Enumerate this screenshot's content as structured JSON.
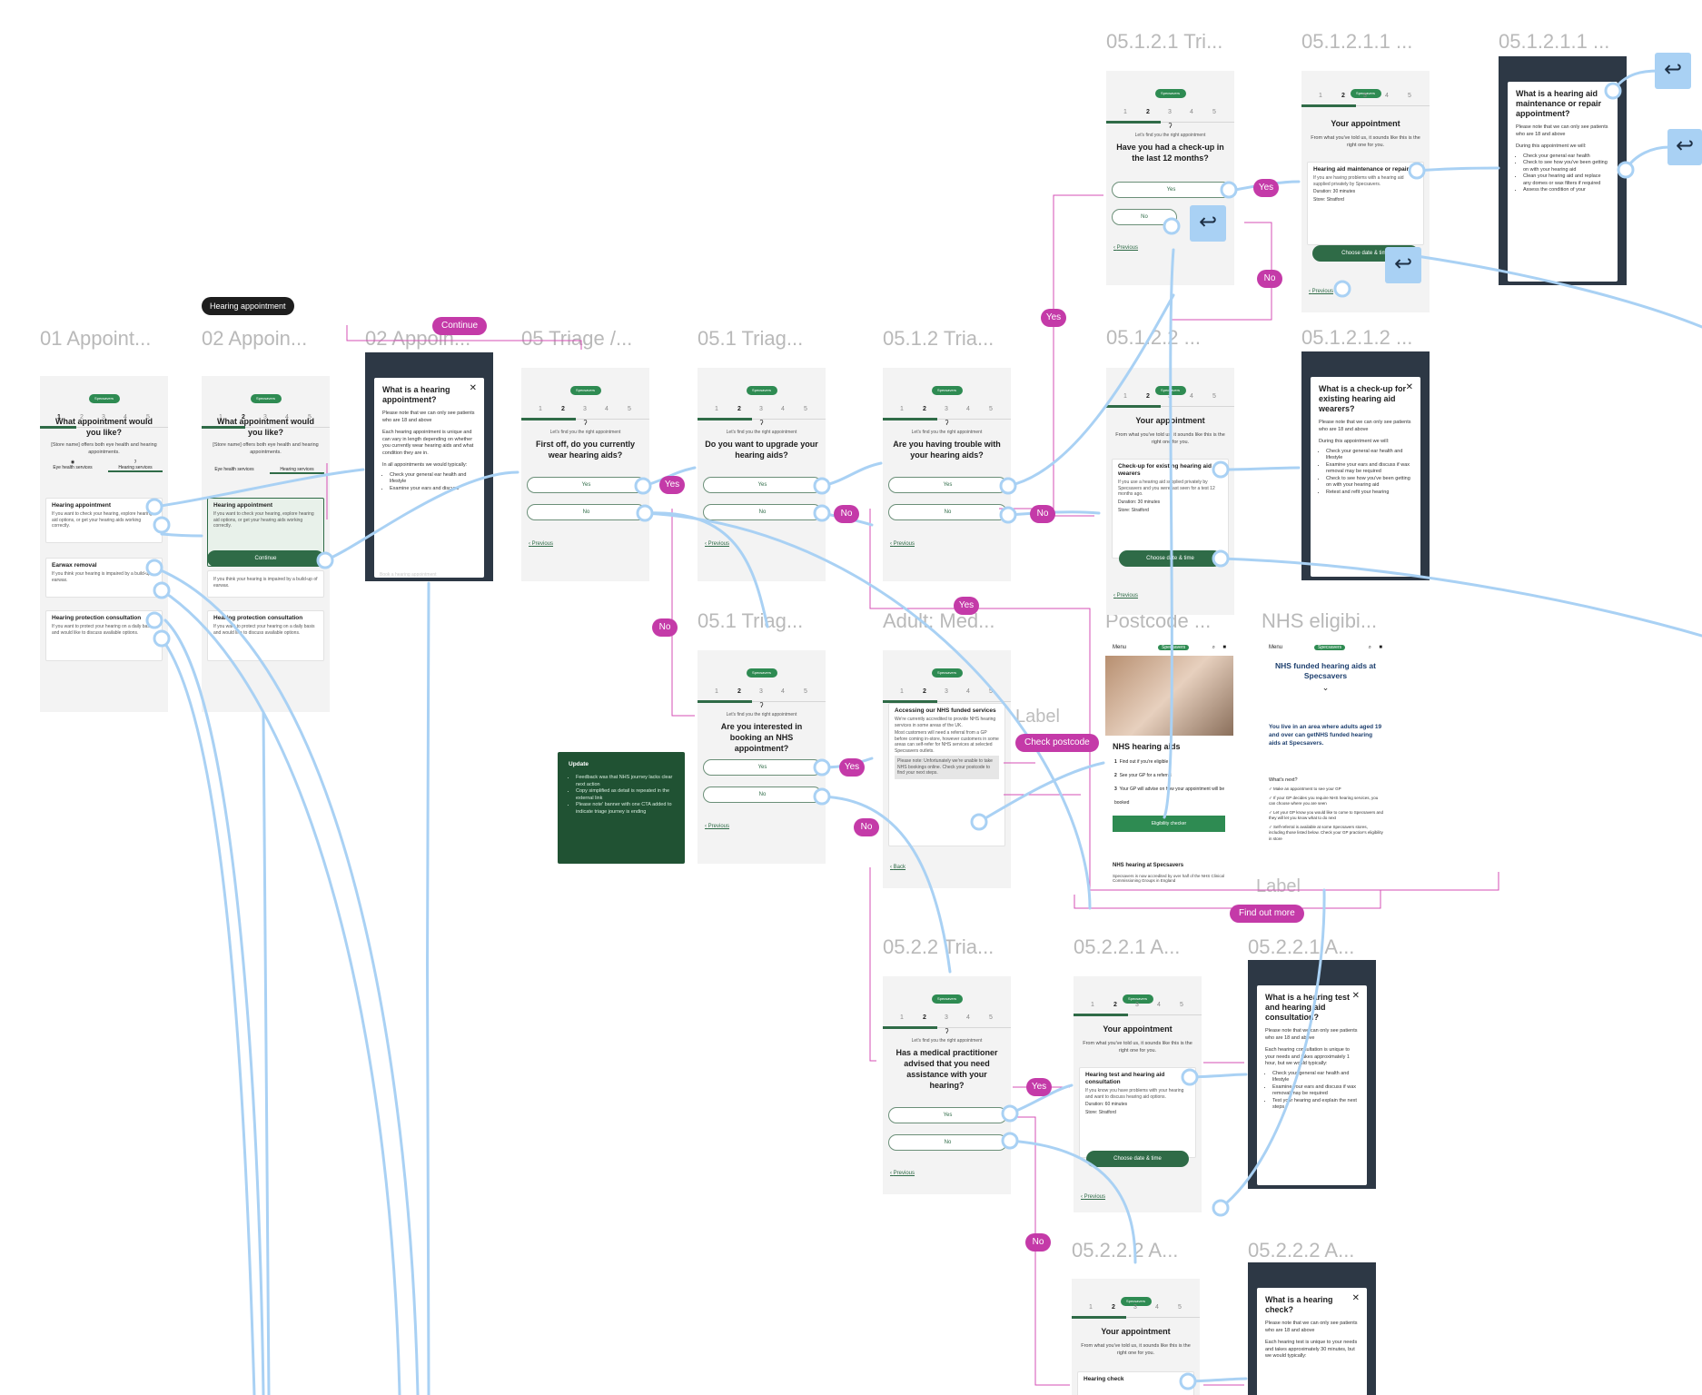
{
  "frame_titles": {
    "t01": "01 Appoint...",
    "t02a": "02 Appoin...",
    "t02b": "02 Appoin...",
    "t05": "05 Triage /...",
    "t051a": "05.1 Triag...",
    "t0512": "05.1.2 Tria...",
    "t051b": "05.1 Triag...",
    "tadult": "Adult: Med...",
    "tpost": "Postcode ...",
    "tnhs": "NHS eligibi...",
    "t05121": "05.1.2.1 Tri...",
    "t051211a": "05.1.2.1.1 ...",
    "t051211b": "05.1.2.1.1 ...",
    "t05122": "05.1.2.2 ...",
    "t051212": "05.1.2.1.2 ...",
    "t0522": "05.2.2 Tria...",
    "t05221": "05.2.2.1 A...",
    "t05221b": "05.2.2.1 A...",
    "t05222": "05.2.2.2 A...",
    "t05222b": "05.2.2.2 A..."
  },
  "common": {
    "logo": "Specsavers",
    "steps": [
      "1",
      "2",
      "3",
      "4",
      "5"
    ],
    "previous": "Previous",
    "back": "Back",
    "kicker": "Let's find you the right appointment",
    "yes": "Yes",
    "no": "No",
    "your_appointment": "Your appointment",
    "told_us": "From what you've told us, it sounds like this is the right one for you.",
    "choose": "Choose date & time",
    "duration30": "Duration: 30 minutes",
    "duration60": "Duration: 60 minutes",
    "store": "Store: Stratford",
    "menu": "Menu"
  },
  "chip_hearing": "Hearing appointment",
  "appt": {
    "question": "What appointment would you like?",
    "sub": "[Store name] offers both eye health and hearing appointments.",
    "tab_eye": "Eye health services",
    "tab_hear": "Hearing services",
    "cards": [
      {
        "title": "Hearing appointment",
        "desc": "If you want to check your hearing, explore hearing aid options, or get your hearing aids working correctly."
      },
      {
        "title": "Earwax removal",
        "desc": "If you think your hearing is impaired by a build-up of earwax."
      },
      {
        "title": "Hearing protection consultation",
        "desc": "If you want to protect your hearing on a daily basis and would like to discuss available options."
      }
    ],
    "continue": "Continue"
  },
  "modal_hearing_appt": {
    "title": "What is a hearing appointment?",
    "p1": "Please note that we can only see patients who are 18 and above",
    "p2": "Each hearing appointment is unique and can vary in length depending on whether you currently wear hearing aids and what condition they are in.",
    "p3": "In all appointments we would typically:",
    "bullets": [
      "Check your general ear health and lifestyle",
      "Examine your ears and discuss"
    ],
    "footer": "Book a hearing appointment"
  },
  "triage_q1": "First off, do you currently wear hearing aids?",
  "triage_q_upgrade": "Do you want to upgrade your hearing aids?",
  "triage_q_trouble": "Are you having trouble with your hearing aids?",
  "triage_q_nhs": "Are you interested in booking an NHS appointment?",
  "triage_q_checkup": "Have you had a check-up in the last 12 months?",
  "triage_q_medical": "Has a medical practitioner advised that you need assistance with your hearing?",
  "update": {
    "title": "Update",
    "bullets": [
      "Feedback was that NHS journey lacks clear next action",
      "Copy simplified as detail is repeated in the external link",
      "Please note' banner with one CTA added to indicate triage journey is ending"
    ]
  },
  "nhs_services": {
    "title": "Accessing our NHS funded services",
    "p1": "We're currently accredited to provide NHS hearing services in some areas of the UK.",
    "p2": "Most customers will need a referral from a GP before coming in-store, however customers in some areas can self-refer for NHS services at selected Specsavers outlets.",
    "note": "Please note: Unfortunately we're unable to take NHS bookings online. Check your postcode to find your next steps."
  },
  "postcode": {
    "heading": "NHS hearing aids",
    "steps": [
      "Find out if you're eligible",
      "See your GP for a referral",
      "Your GP will advise on how your appointment will be booked"
    ],
    "button": "Eligibility checker",
    "h2": "NHS hearing at Specsavers",
    "p": "Specsavers is now accredited by over half of the NHS Clinical Commissioning Groups in England"
  },
  "nhs_elig": {
    "title": "NHS funded hearing aids at Specsavers",
    "body": "You live in an area where adults aged 19 and over can getNHS funded hearing aids at Specsavers.",
    "whats_next": "What's next?",
    "items": [
      "Make an appointment to see your GP",
      "If your GP decides you require NHS hearing services, you can choose where you are seen",
      "Let your GP know you would like to come to Specsavers and they will let you know what to do next",
      "Self-referral is available at some Specsavers stores, including those listed below. Check your GP practice's eligibility in store"
    ]
  },
  "appt_repair": {
    "title": "Hearing aid maintenance or repair",
    "desc": "If you are having problems with a hearing aid supplied privately by Specsavers."
  },
  "modal_repair": {
    "title": "What is a hearing aid maintenance or repair appointment?",
    "p1": "Please note that we can only see patients who are 18 and above",
    "p2": "During this appointment we will:",
    "bullets": [
      "Check your general ear health",
      "Check to see how you've been getting on with your hearing aid",
      "Clean your hearing aid and replace any domes or wax filters if required",
      "Assess the condition of your"
    ]
  },
  "appt_checkup": {
    "title": "Check-up for existing hearing aid wearers",
    "desc": "If you use a hearing aid supplied privately by Specsavers and you were last seen for a test 12 months ago."
  },
  "modal_checkup": {
    "title": "What is a check-up for existing hearing aid wearers?",
    "p1": "Please note that we can only see patients who are 18 and above",
    "p2": "During this appointment we will:",
    "bullets": [
      "Check your general ear health and lifestyle",
      "Examine your ears and discuss if wax removal may be required",
      "Check to see how you've been getting on with your hearing aid",
      "Retest and refit your hearing"
    ]
  },
  "appt_test": {
    "title": "Hearing test and hearing aid consultation",
    "desc": "If you know you have problems with your hearing and want to discuss hearing aid options."
  },
  "modal_test": {
    "title": "What is a hearing test and hearing aid consultation?",
    "p1": "Please note that we can only see patients who are 18 and above",
    "p2": "Each hearing consultation is unique to your needs and takes approximately 1 hour, but we would typically:",
    "bullets": [
      "Check your general ear health and lifestyle",
      "Examine your ears and discuss if wax removal may be required",
      "Test your hearing and explain the next steps"
    ]
  },
  "appt_check": {
    "title": "Hearing check"
  },
  "modal_check": {
    "title": "What is a hearing check?",
    "p1": "Please note that we can only see patients who are 18 and above",
    "p2": "Each hearing test is unique to your needs and takes approximately 30 minutes, but we would typically:"
  },
  "badges": {
    "continue": "Continue",
    "yes": "Yes",
    "no": "No",
    "check_postcode": "Check postcode",
    "find_out_more": "Find out more",
    "label": "Label"
  },
  "back_glyph": "↩",
  "colors": {
    "badge": "#c43aa8",
    "flow_line": "#a9d1f4",
    "brand_green": "#2f6b47",
    "dark_frame": "#2d3845"
  }
}
